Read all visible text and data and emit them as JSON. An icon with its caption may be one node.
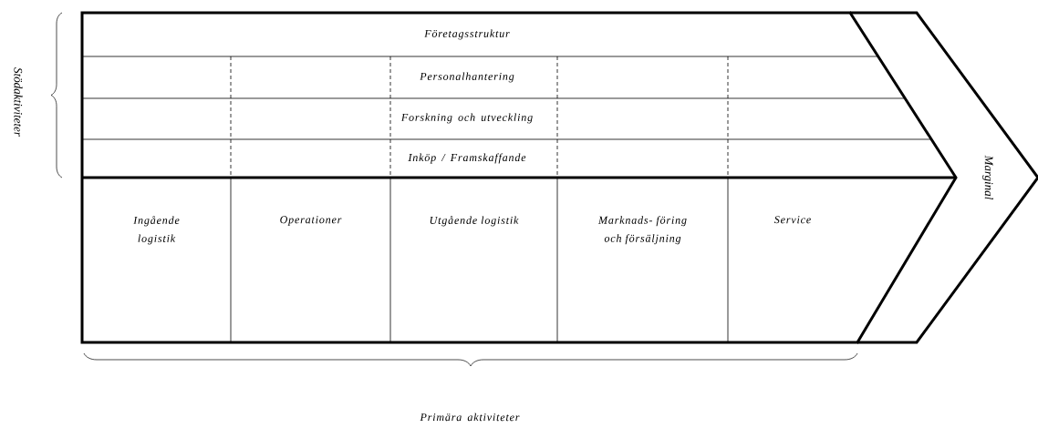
{
  "diagram": {
    "nodes": [
      {
        "text": [
          "Företagsstruktur"
        ]
      },
      {
        "text": [
          "Personalhantering"
        ]
      },
      {
        "text": [
          "Forskning och utveckling"
        ]
      },
      {
        "text": [
          "Inköp / Framskaffande"
        ]
      },
      {
        "text": [
          "Ingående logistik"
        ]
      },
      {
        "text": [
          "Operationer"
        ]
      },
      {
        "text": [
          "Utgående logistik"
        ]
      },
      {
        "text": [
          "Marknads- föring och försäljning"
        ]
      },
      {
        "text": [
          "Service"
        ]
      },
      {
        "text": [
          "Marginal"
        ]
      }
    ],
    "edges": [],
    "labels": [
      "Stödaktiviteter",
      "Primära aktiviteter"
    ]
  }
}
